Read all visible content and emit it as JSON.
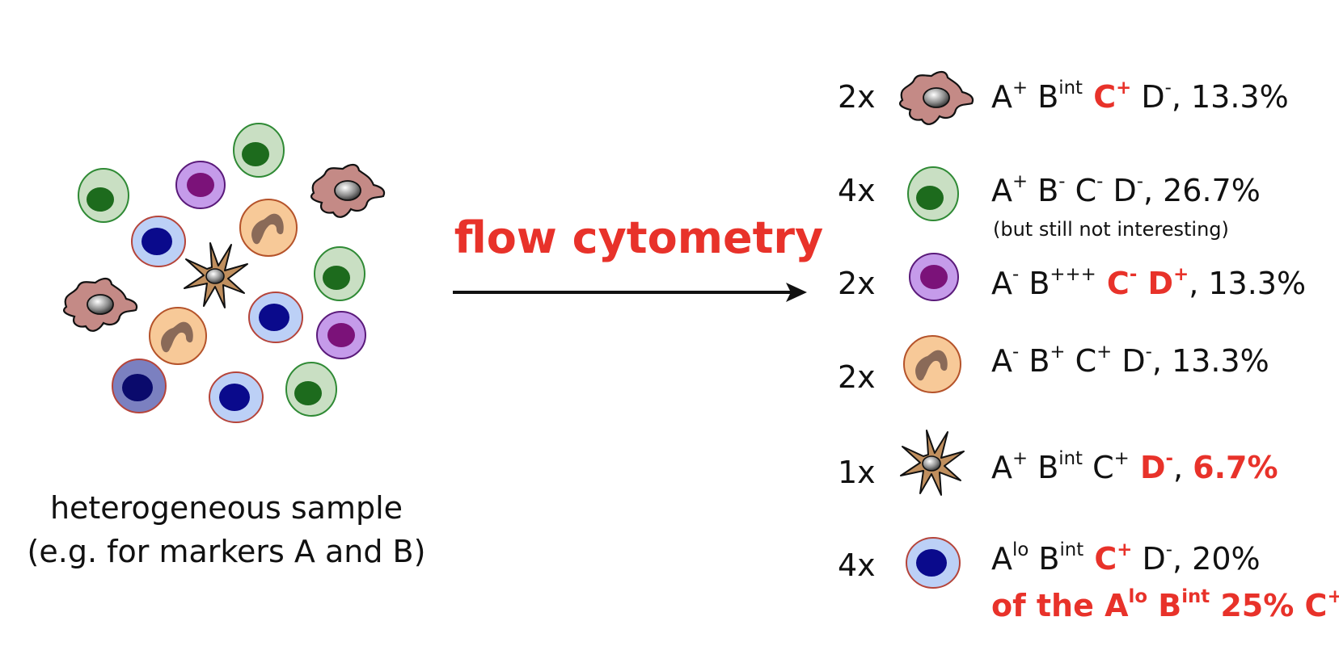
{
  "sample": {
    "line1": "heterogeneous sample",
    "line2": "(e.g. for markers A and B)"
  },
  "arrow_label": "flow cytometry",
  "colors": {
    "accent": "#e8322a",
    "macrophage_fill": "#c48a86",
    "lymph_fill": "#c9dfc3",
    "lymph_nucleus": "#1d6b1d",
    "purple_fill": "#c59bea",
    "purple_nucleus": "#7b1279",
    "orange_fill": "#f7c998",
    "orange_nucleus": "#8a6a58",
    "dendritic_fill": "#c08f5e",
    "blue_fill": "#bcd0f6",
    "blue_nucleus": "#0a0a8c"
  },
  "populations": [
    {
      "count": "2x",
      "icon": "macrophage-icon",
      "parts": [
        {
          "t": "A",
          "s": "+"
        },
        {
          "t": " B",
          "s": "int"
        },
        {
          "t": " C",
          "s": "+",
          "red": true
        },
        {
          "t": " D",
          "s": "-"
        },
        {
          "t": ", 13.3%"
        }
      ]
    },
    {
      "count": "4x",
      "icon": "green-cell-icon",
      "parts": [
        {
          "t": "A",
          "s": "+"
        },
        {
          "t": " B",
          "s": "-"
        },
        {
          "t": " C",
          "s": "-"
        },
        {
          "t": " D",
          "s": "-"
        },
        {
          "t": ", 26.7%"
        }
      ],
      "note": "(but still not interesting)"
    },
    {
      "count": "2x",
      "icon": "purple-cell-icon",
      "parts": [
        {
          "t": "A",
          "s": "-"
        },
        {
          "t": " B",
          "s": "+++"
        },
        {
          "t": " C",
          "s": "-",
          "red": true
        },
        {
          "t": " D",
          "s": "+",
          "red": true
        },
        {
          "t": ", 13.3%"
        }
      ]
    },
    {
      "count": "2x",
      "icon": "orange-cell-icon",
      "parts": [
        {
          "t": "A",
          "s": "-"
        },
        {
          "t": " B",
          "s": "+"
        },
        {
          "t": " C",
          "s": "+"
        },
        {
          "t": " D",
          "s": "-"
        },
        {
          "t": ", 13.3%"
        }
      ]
    },
    {
      "count": "1x",
      "icon": "dendritic-cell-icon",
      "parts": [
        {
          "t": "A",
          "s": "+"
        },
        {
          "t": " B",
          "s": "int"
        },
        {
          "t": " C",
          "s": "+"
        },
        {
          "t": " D",
          "s": "-",
          "red": true
        },
        {
          "t": ", "
        },
        {
          "t": "6.7%",
          "red": true
        }
      ]
    },
    {
      "count": "4x",
      "icon": "blue-cell-icon",
      "parts": [
        {
          "t": "A",
          "s": "lo"
        },
        {
          "t": " B",
          "s": "int"
        },
        {
          "t": " C",
          "s": "+",
          "red": true
        },
        {
          "t": " D",
          "s": "-"
        },
        {
          "t": ", 20%"
        }
      ],
      "note_parts": [
        {
          "t": "of the A",
          "s": "lo",
          "red": true
        },
        {
          "t": " B",
          "s": "int",
          "red": true
        },
        {
          "t": " 25% C",
          "s": "+",
          "red": true
        }
      ]
    }
  ]
}
